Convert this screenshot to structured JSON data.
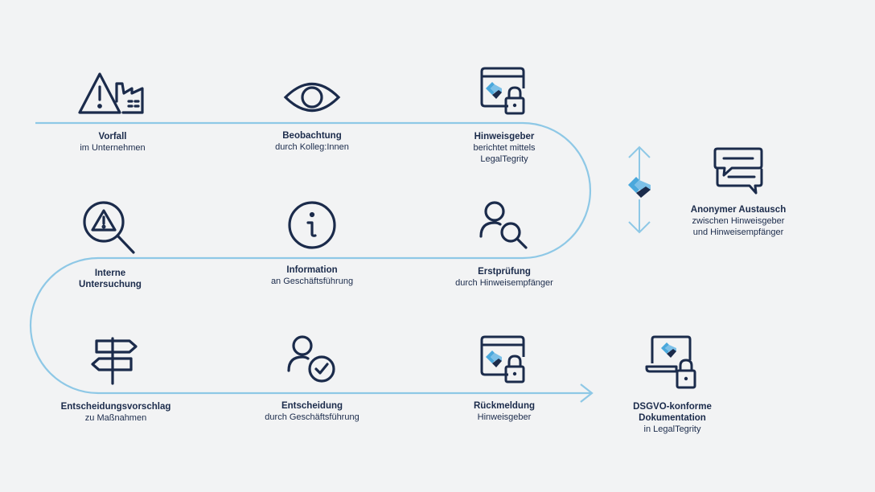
{
  "colors": {
    "navy": "#1b2b4b",
    "path": "#8ec8e6",
    "accent_blue": "#4aa8dc",
    "accent_dark": "#1b2b4b"
  },
  "steps": [
    {
      "id": "vorfall",
      "icon": "warning-factory-icon",
      "title": "Vorfall",
      "subtitle": "im Unternehmen"
    },
    {
      "id": "beobachtung",
      "icon": "eye-icon",
      "title": "Beobachtung",
      "subtitle": "durch Kolleg:Innen"
    },
    {
      "id": "hinweisgeber",
      "icon": "secure-window-icon",
      "title": "Hinweisgeber",
      "subtitle": "berichtet mittels\nLegalTegrity"
    },
    {
      "id": "austausch",
      "icon": "chat-bubbles-icon",
      "title": "Anonymer Austausch",
      "subtitle": "zwischen Hinweisgeber\nund Hinweisempfänger"
    },
    {
      "id": "untersuchung",
      "icon": "magnifier-warning-icon",
      "title": "Interne\nUntersuchung",
      "subtitle": ""
    },
    {
      "id": "information",
      "icon": "info-icon",
      "title": "Information",
      "subtitle": "an Geschäftsführung"
    },
    {
      "id": "erstpruefung",
      "icon": "person-search-icon",
      "title": "Erstprüfung",
      "subtitle": "durch Hinweisempfänger"
    },
    {
      "id": "vorschlag",
      "icon": "signpost-icon",
      "title": "Entscheidungsvorschlag",
      "subtitle": "zu Maßnahmen"
    },
    {
      "id": "entscheidung",
      "icon": "person-check-icon",
      "title": "Entscheidung",
      "subtitle": "durch Geschäftsführung"
    },
    {
      "id": "rueckmeldung",
      "icon": "secure-window-icon",
      "title": "Rückmeldung",
      "subtitle": "Hinweisgeber"
    },
    {
      "id": "dokumentation",
      "icon": "secure-laptop-icon",
      "title": "DSGVO-konforme\nDokumentation",
      "subtitle": "in LegalTegrity"
    }
  ]
}
